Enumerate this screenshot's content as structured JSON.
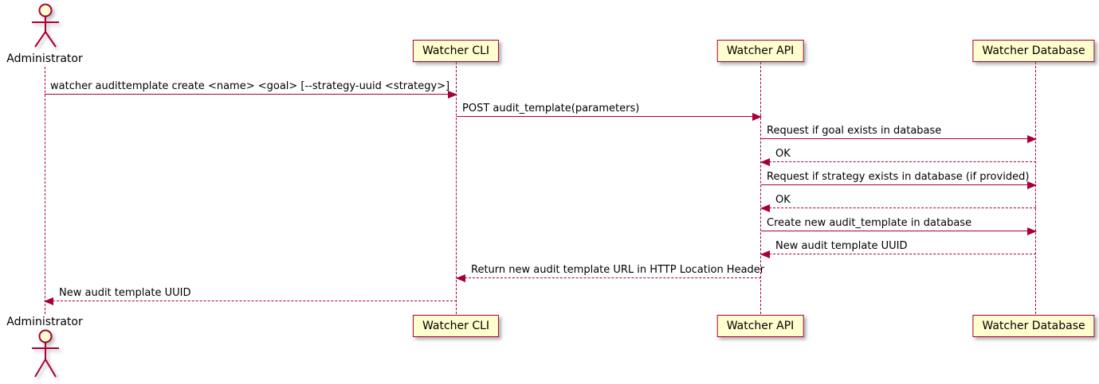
{
  "diagram": {
    "type": "sequence",
    "actor": {
      "label": "Administrator"
    },
    "participants": [
      {
        "label": "Watcher CLI"
      },
      {
        "label": "Watcher API"
      },
      {
        "label": "Watcher Database"
      }
    ],
    "messages": [
      {
        "from": "Administrator",
        "to": "Watcher CLI",
        "line": "solid",
        "text": "watcher audittemplate create <name> <goal> [--strategy-uuid <strategy>]"
      },
      {
        "from": "Watcher CLI",
        "to": "Watcher API",
        "line": "solid",
        "text": "POST audit_template(parameters)"
      },
      {
        "from": "Watcher API",
        "to": "Watcher Database",
        "line": "solid",
        "text": "Request if goal exists in database"
      },
      {
        "from": "Watcher Database",
        "to": "Watcher API",
        "line": "dashed",
        "text": "OK"
      },
      {
        "from": "Watcher API",
        "to": "Watcher Database",
        "line": "solid",
        "text": "Request if strategy exists in database (if provided)"
      },
      {
        "from": "Watcher Database",
        "to": "Watcher API",
        "line": "dashed",
        "text": "OK"
      },
      {
        "from": "Watcher API",
        "to": "Watcher Database",
        "line": "solid",
        "text": "Create new audit_template in database"
      },
      {
        "from": "Watcher Database",
        "to": "Watcher API",
        "line": "dashed",
        "text": "New audit template UUID"
      },
      {
        "from": "Watcher API",
        "to": "Watcher CLI",
        "line": "dashed",
        "text": "Return new audit template URL in HTTP Location Header"
      },
      {
        "from": "Watcher CLI",
        "to": "Administrator",
        "line": "dashed",
        "text": "New audit template UUID"
      }
    ],
    "colors": {
      "accent": "#A80036",
      "participant_fill": "#FEFECE",
      "text": "#000000",
      "background": "#FFFFFF"
    }
  }
}
